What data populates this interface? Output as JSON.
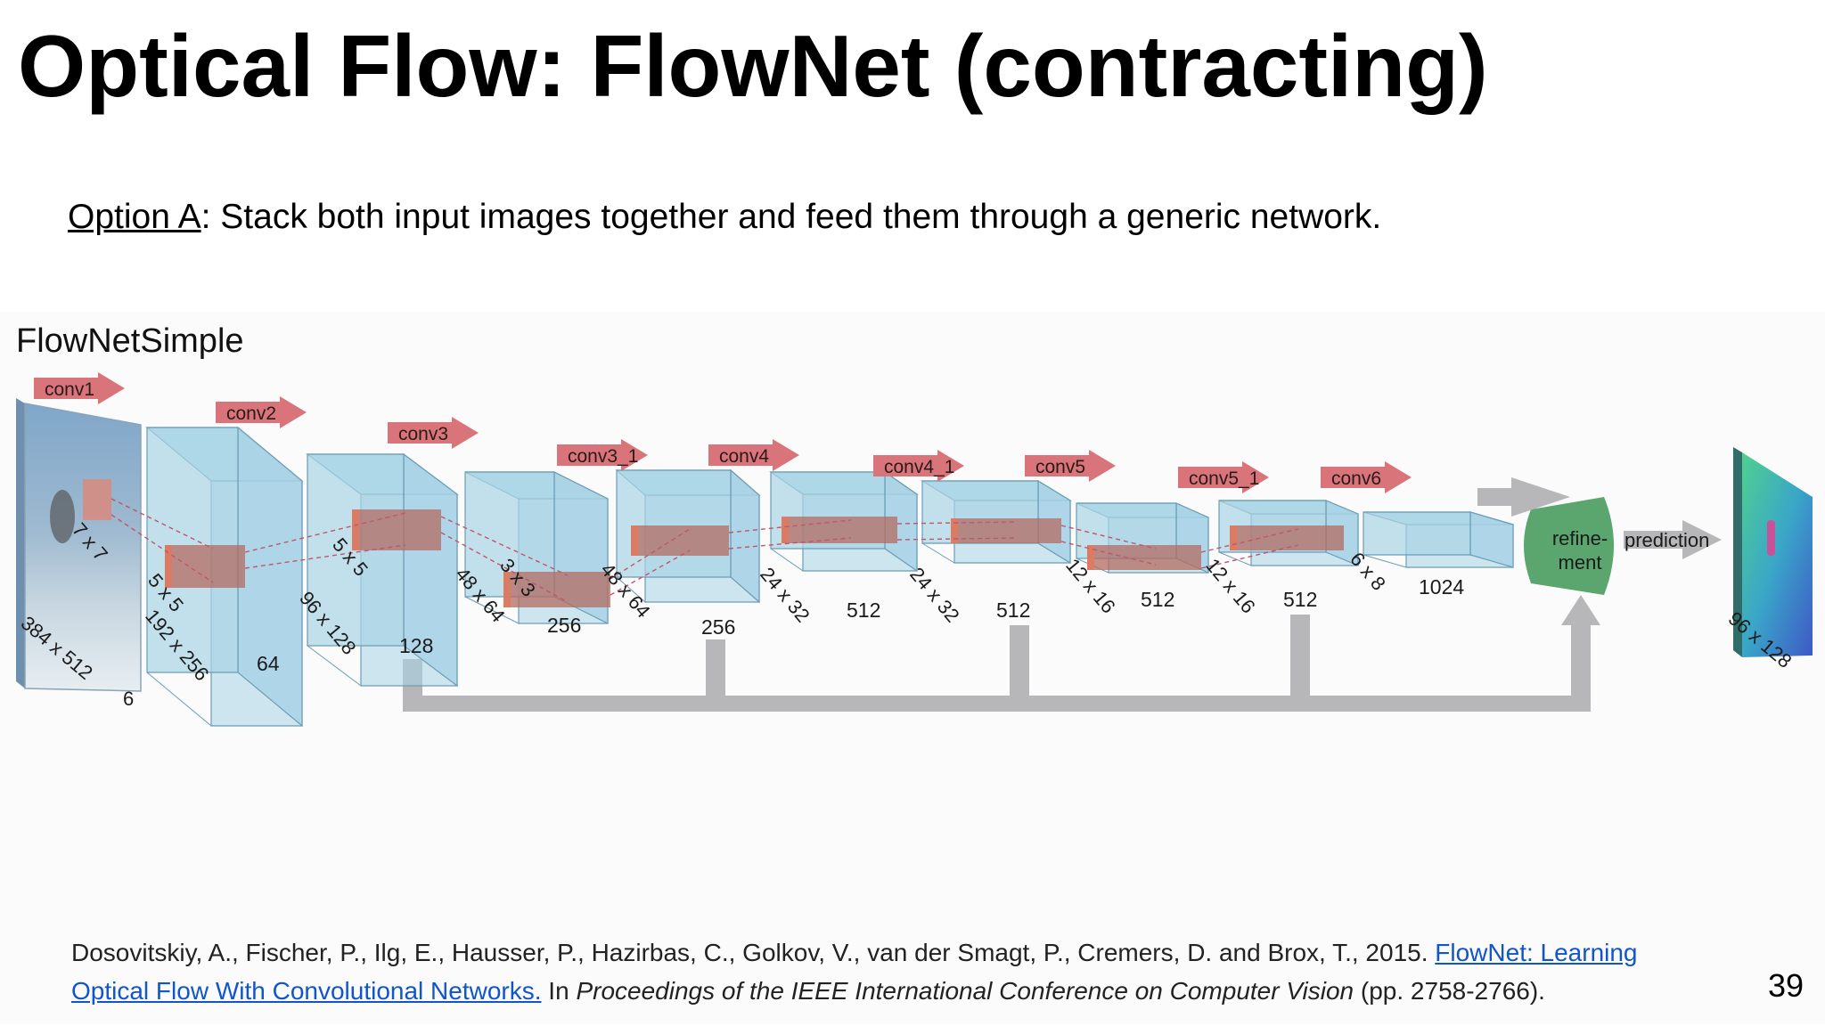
{
  "slide": {
    "title": "Optical Flow: FlowNet (contracting)",
    "subtitle_option": "Option A",
    "subtitle_rest": ": Stack both input images together and feed them through a generic network.",
    "page_number": "39"
  },
  "diagram": {
    "heading": "FlowNetSimple",
    "input": {
      "dims": "384 x 512",
      "depth": "6"
    },
    "layers": [
      {
        "op": "conv1",
        "kernel": "7 x 7",
        "dims": "192 x 256",
        "depth": "64"
      },
      {
        "op": "conv2",
        "kernel": "5 x 5",
        "dims": "96 x 128",
        "depth": "128"
      },
      {
        "op": "conv3",
        "kernel": "5 x 5",
        "dims": "48 x 64",
        "depth": "256"
      },
      {
        "op": "conv3_1",
        "kernel": "3 x 3",
        "dims": "48 x 64",
        "depth": "256"
      },
      {
        "op": "conv4",
        "kernel": "",
        "dims": "24 x 32",
        "depth": "512"
      },
      {
        "op": "conv4_1",
        "kernel": "",
        "dims": "24 x 32",
        "depth": "512"
      },
      {
        "op": "conv5",
        "kernel": "",
        "dims": "12 x 16",
        "depth": "512"
      },
      {
        "op": "conv5_1",
        "kernel": "",
        "dims": "12 x 16",
        "depth": "512"
      },
      {
        "op": "conv6",
        "kernel": "",
        "dims": "6 x 8",
        "depth": "1024"
      }
    ],
    "refinement_label_1": "refine-",
    "refinement_label_2": "ment",
    "prediction_label": "prediction",
    "output_dims": "96 x 128",
    "colors": {
      "block": "#a8d4e6",
      "block_edge": "#6b9db5",
      "arrow": "#d9757a",
      "connector": "#b7b7b9",
      "refinement": "#5aa66e"
    }
  },
  "citation": {
    "authors": "Dosovitskiy, A., Fischer, P., Ilg, E., Hausser, P., Hazirbas, C., Golkov, V., van der Smagt, P., Cremers, D. and Brox, T., 2015. ",
    "link_text": "FlowNet: Learning Optical Flow With Convolutional Networks.",
    "in_text": " In ",
    "venue": "Proceedings of the IEEE International Conference on Computer Vision",
    "pages": " (pp. 2758-2766)."
  }
}
